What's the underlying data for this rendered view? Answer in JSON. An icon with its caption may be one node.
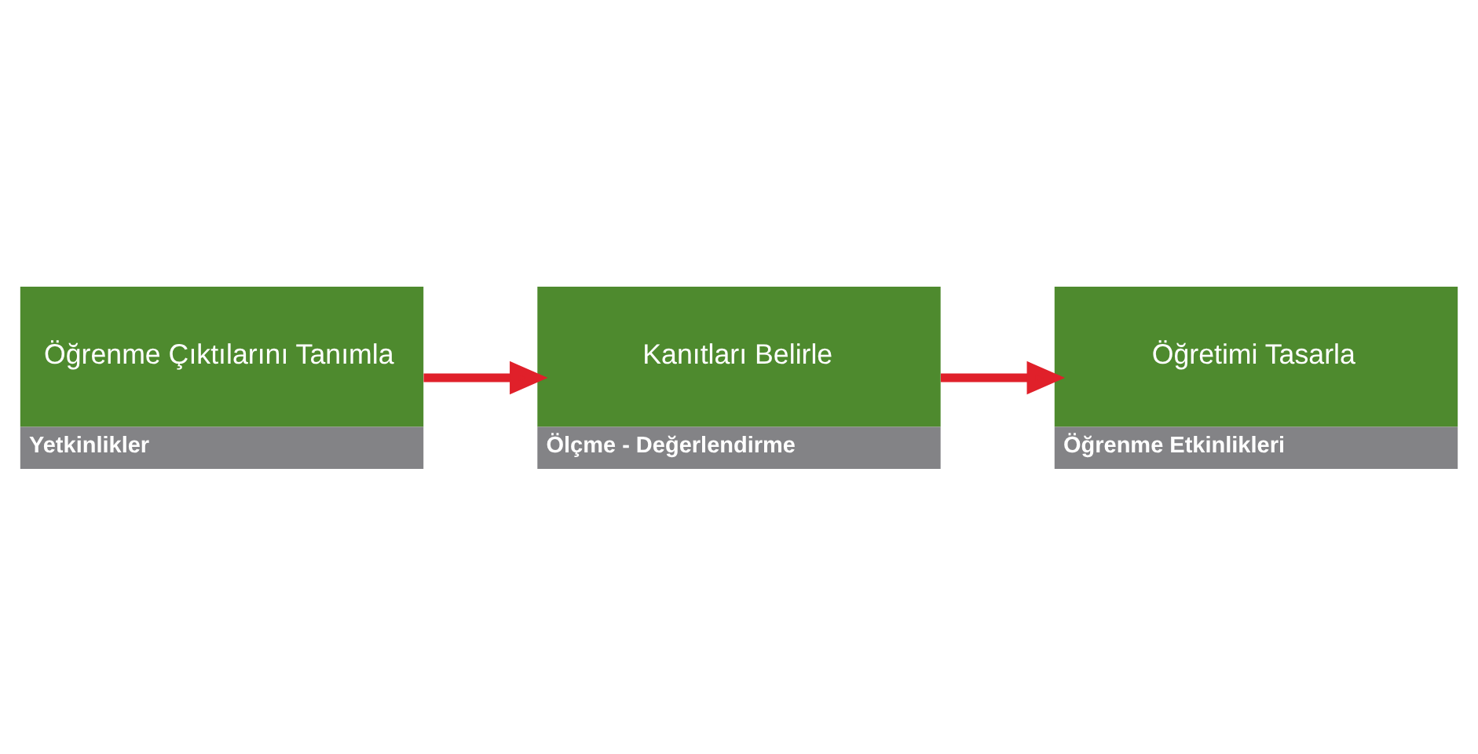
{
  "diagram": {
    "nodes": [
      {
        "text": [
          "Öğrenme Çıktılarını Tanımla",
          "Yetkinlikler"
        ]
      },
      {
        "text": [
          "Kanıtları Belirle",
          "Ölçme - Değerlendirme"
        ]
      },
      {
        "text": [
          "Öğretimi Tasarla",
          "Öğrenme Etkinlikleri"
        ]
      }
    ],
    "edges": [
      {
        "from": 0,
        "to": 1,
        "arrow": "to"
      },
      {
        "from": 1,
        "to": 2,
        "arrow": "to"
      }
    ]
  }
}
